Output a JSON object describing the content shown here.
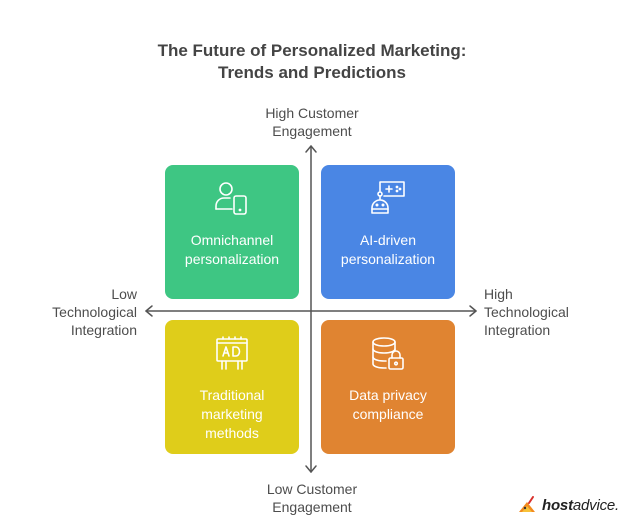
{
  "title": {
    "line1": "The Future of Personalized Marketing:",
    "line2": "Trends and Predictions"
  },
  "axes": {
    "top": {
      "line1": "High Customer",
      "line2": "Engagement"
    },
    "bottom": {
      "line1": "Low Customer",
      "line2": "Engagement"
    },
    "left": {
      "line1": "Low",
      "line2": "Technological",
      "line3": "Integration"
    },
    "right": {
      "line1": "High",
      "line2": "Technological",
      "line3": "Integration"
    }
  },
  "quadrants": {
    "top_left": {
      "line1": "Omnichannel",
      "line2": "personalization",
      "icon": "user-device-icon",
      "color": "#3ec683"
    },
    "top_right": {
      "line1": "AI-driven",
      "line2": "personalization",
      "icon": "robot-screen-icon",
      "color": "#4a86e4"
    },
    "bottom_left": {
      "line1": "Traditional",
      "line2": "marketing",
      "line3": "methods",
      "icon": "billboard-ad-icon",
      "color": "#dfcd1a"
    },
    "bottom_right": {
      "line1": "Data privacy",
      "line2": "compliance",
      "icon": "database-lock-icon",
      "color": "#e08431"
    }
  },
  "logo": {
    "bold": "host",
    "regular": "advice."
  }
}
